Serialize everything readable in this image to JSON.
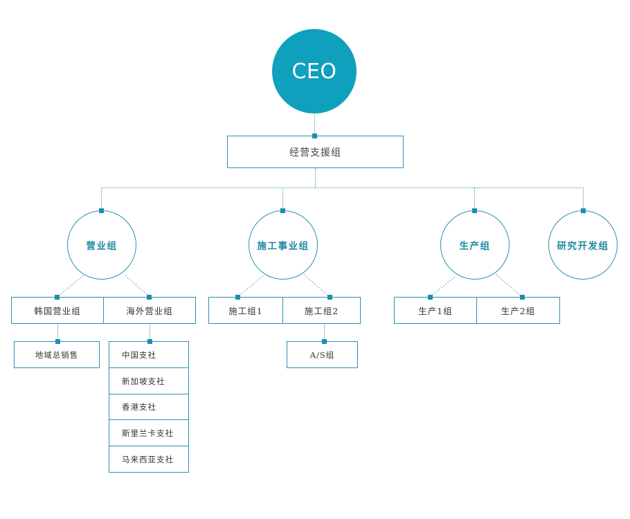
{
  "ceo": "CEO",
  "support": "经营支援组",
  "departments": {
    "sales": "营业组",
    "construction": "施工事业组",
    "production": "生产组",
    "rnd": "研究开发组"
  },
  "sales_groups": {
    "korea": "韩国营业组",
    "overseas": "海外营业组",
    "regional_sales": "地域总销售",
    "branches": [
      "中国支社",
      "新加坡支社",
      "香港支社",
      "斯里兰卡支社",
      "马来西亚支社"
    ]
  },
  "construction_groups": {
    "group1": "施工组1",
    "group2": "施工组2",
    "as_group": "A/S组"
  },
  "production_groups": {
    "group1": "生产1组",
    "group2": "生产2组"
  }
}
